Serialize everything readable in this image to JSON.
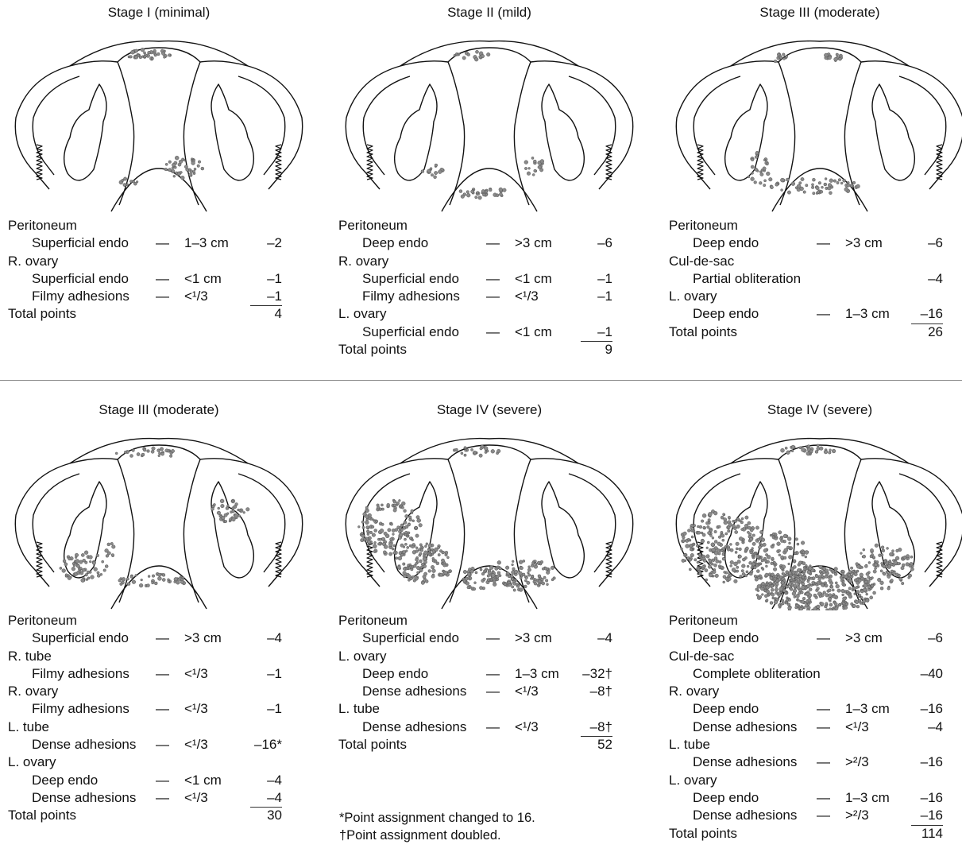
{
  "panels": [
    {
      "title": "Stage I (minimal)",
      "rows": [
        {
          "indent": 0,
          "label": "Peritoneum"
        },
        {
          "indent": 1,
          "label": "Superficial endo",
          "dash": "—",
          "size": "1–3 cm",
          "points": "–2"
        },
        {
          "indent": 0,
          "label": "R. ovary"
        },
        {
          "indent": 1,
          "label": "Superficial endo",
          "dash": "—",
          "size": "<1 cm",
          "points": "–1"
        },
        {
          "indent": 1,
          "label": "Filmy adhesions",
          "dash": "—",
          "size": "<¹/3",
          "points": "–1",
          "underline": true
        },
        {
          "indent": 0,
          "label": "Total points",
          "points": "4"
        }
      ]
    },
    {
      "title": "Stage II (mild)",
      "rows": [
        {
          "indent": 0,
          "label": "Peritoneum"
        },
        {
          "indent": 1,
          "label": "Deep endo",
          "dash": "—",
          "size": ">3 cm",
          "points": "–6"
        },
        {
          "indent": 0,
          "label": "R. ovary"
        },
        {
          "indent": 1,
          "label": "Superficial endo",
          "dash": "—",
          "size": "<1 cm",
          "points": "–1"
        },
        {
          "indent": 1,
          "label": "Filmy adhesions",
          "dash": "—",
          "size": "<¹/3",
          "points": "–1"
        },
        {
          "indent": 0,
          "label": "L. ovary"
        },
        {
          "indent": 1,
          "label": "Superficial endo",
          "dash": "—",
          "size": "<1 cm",
          "points": "–1",
          "underline": true
        },
        {
          "indent": 0,
          "label": "Total points",
          "points": "9"
        }
      ]
    },
    {
      "title": "Stage III (moderate)",
      "rows": [
        {
          "indent": 0,
          "label": "Peritoneum"
        },
        {
          "indent": 1,
          "label": "Deep endo",
          "dash": "—",
          "size": ">3 cm",
          "points": "–6"
        },
        {
          "indent": 0,
          "label": "Cul-de-sac"
        },
        {
          "indent": 1,
          "label": "Partial obliteration",
          "points": "–4"
        },
        {
          "indent": 0,
          "label": "L. ovary"
        },
        {
          "indent": 1,
          "label": "Deep endo",
          "dash": "—",
          "size": "1–3 cm",
          "points": "–16",
          "underline": true
        },
        {
          "indent": 0,
          "label": "Total points",
          "points": "26"
        }
      ]
    },
    {
      "title": "Stage III (moderate)",
      "rows": [
        {
          "indent": 0,
          "label": "Peritoneum"
        },
        {
          "indent": 1,
          "label": "Superficial endo",
          "dash": "—",
          "size": ">3 cm",
          "points": "–4"
        },
        {
          "indent": 0,
          "label": "R. tube"
        },
        {
          "indent": 1,
          "label": "Filmy adhesions",
          "dash": "—",
          "size": "<¹/3",
          "points": "–1"
        },
        {
          "indent": 0,
          "label": "R. ovary"
        },
        {
          "indent": 1,
          "label": "Filmy adhesions",
          "dash": "—",
          "size": "<¹/3",
          "points": "–1"
        },
        {
          "indent": 0,
          "label": "L. tube"
        },
        {
          "indent": 1,
          "label": "Dense adhesions",
          "dash": "—",
          "size": "<¹/3",
          "points": "–16*"
        },
        {
          "indent": 0,
          "label": "L. ovary"
        },
        {
          "indent": 1,
          "label": "Deep endo",
          "dash": "—",
          "size": "<1 cm",
          "points": "–4"
        },
        {
          "indent": 1,
          "label": "Dense adhesions",
          "dash": "—",
          "size": "<¹/3",
          "points": "–4",
          "underline": true
        },
        {
          "indent": 0,
          "label": "Total points",
          "points": "30"
        }
      ]
    },
    {
      "title": "Stage IV (severe)",
      "rows": [
        {
          "indent": 0,
          "label": "Peritoneum"
        },
        {
          "indent": 1,
          "label": "Superficial endo",
          "dash": "—",
          "size": ">3 cm",
          "points": "–4"
        },
        {
          "indent": 0,
          "label": "L. ovary"
        },
        {
          "indent": 1,
          "label": "Deep endo",
          "dash": "—",
          "size": "1–3 cm",
          "points": "–32†"
        },
        {
          "indent": 1,
          "label": "Dense adhesions",
          "dash": "—",
          "size": "<¹/3",
          "points": "–8†"
        },
        {
          "indent": 0,
          "label": "L. tube"
        },
        {
          "indent": 1,
          "label": "Dense adhesions",
          "dash": "—",
          "size": "<¹/3",
          "points": "–8†",
          "underline": true
        },
        {
          "indent": 0,
          "label": "Total points",
          "points": "52"
        }
      ]
    },
    {
      "title": "Stage IV (severe)",
      "rows": [
        {
          "indent": 0,
          "label": "Peritoneum"
        },
        {
          "indent": 1,
          "label": "Deep endo",
          "dash": "—",
          "size": ">3 cm",
          "points": "–6"
        },
        {
          "indent": 0,
          "label": "Cul-de-sac"
        },
        {
          "indent": 1,
          "label": "Complete obliteration",
          "points": "–40"
        },
        {
          "indent": 0,
          "label": "R. ovary"
        },
        {
          "indent": 1,
          "label": "Deep endo",
          "dash": "—",
          "size": "1–3 cm",
          "points": "–16"
        },
        {
          "indent": 1,
          "label": "Dense adhesions",
          "dash": "—",
          "size": "<¹/3",
          "points": "–4"
        },
        {
          "indent": 0,
          "label": "L. tube"
        },
        {
          "indent": 1,
          "label": "Dense adhesions",
          "dash": "—",
          "size": ">²/3",
          "points": "–16"
        },
        {
          "indent": 0,
          "label": "L. ovary"
        },
        {
          "indent": 1,
          "label": "Deep endo",
          "dash": "—",
          "size": "1–3 cm",
          "points": "–16"
        },
        {
          "indent": 1,
          "label": "Dense adhesions",
          "dash": "—",
          "size": ">²/3",
          "points": "–16",
          "underline": true
        },
        {
          "indent": 0,
          "label": "Total points",
          "points": "114"
        }
      ]
    }
  ],
  "footnotes": [
    "*Point assignment changed to 16.",
    "†Point assignment doubled."
  ],
  "colors": {
    "ink": "#111111",
    "lesion": "#8a8a8a",
    "divider": "#8a8a8a"
  }
}
